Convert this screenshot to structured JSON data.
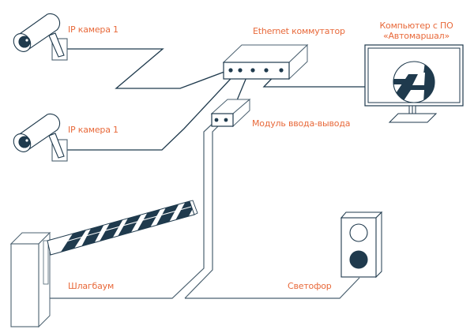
{
  "diagram": {
    "title": "Схема подключения оборудования",
    "accent_color": "#e8693a",
    "line_color": "#1f3a4d",
    "labels": {
      "camera_top": "IP камера 1",
      "camera_bottom": "IP камера 1",
      "switch": "Ethernet коммутатор",
      "computer_line1": "Компьютер с ПО",
      "computer_line2": "«Автомаршал»",
      "io_module": "Модуль ввода-вывода",
      "barrier": "Шлагбаум",
      "traffic_light": "Светофор"
    },
    "nodes": [
      {
        "id": "camera-1",
        "label_ref": "camera_top",
        "icon": "cctv-camera-icon"
      },
      {
        "id": "camera-2",
        "label_ref": "camera_bottom",
        "icon": "cctv-camera-icon"
      },
      {
        "id": "switch",
        "label_ref": "switch",
        "icon": "network-switch-icon",
        "ports": 5
      },
      {
        "id": "computer",
        "label_ref": "computer_line1",
        "icon": "monitor-icon",
        "logo": "automarshal-logo-icon"
      },
      {
        "id": "io-module",
        "label_ref": "io_module",
        "icon": "io-module-icon",
        "ports": 2
      },
      {
        "id": "barrier",
        "label_ref": "barrier",
        "icon": "barrier-gate-icon"
      },
      {
        "id": "traffic-light",
        "label_ref": "traffic_light",
        "icon": "traffic-light-icon"
      }
    ],
    "connections": [
      {
        "from": "camera-1",
        "to": "switch"
      },
      {
        "from": "camera-2",
        "to": "switch"
      },
      {
        "from": "io-module",
        "to": "switch"
      },
      {
        "from": "switch",
        "to": "computer"
      },
      {
        "from": "io-module",
        "to": "barrier"
      },
      {
        "from": "io-module",
        "to": "traffic-light"
      }
    ]
  }
}
